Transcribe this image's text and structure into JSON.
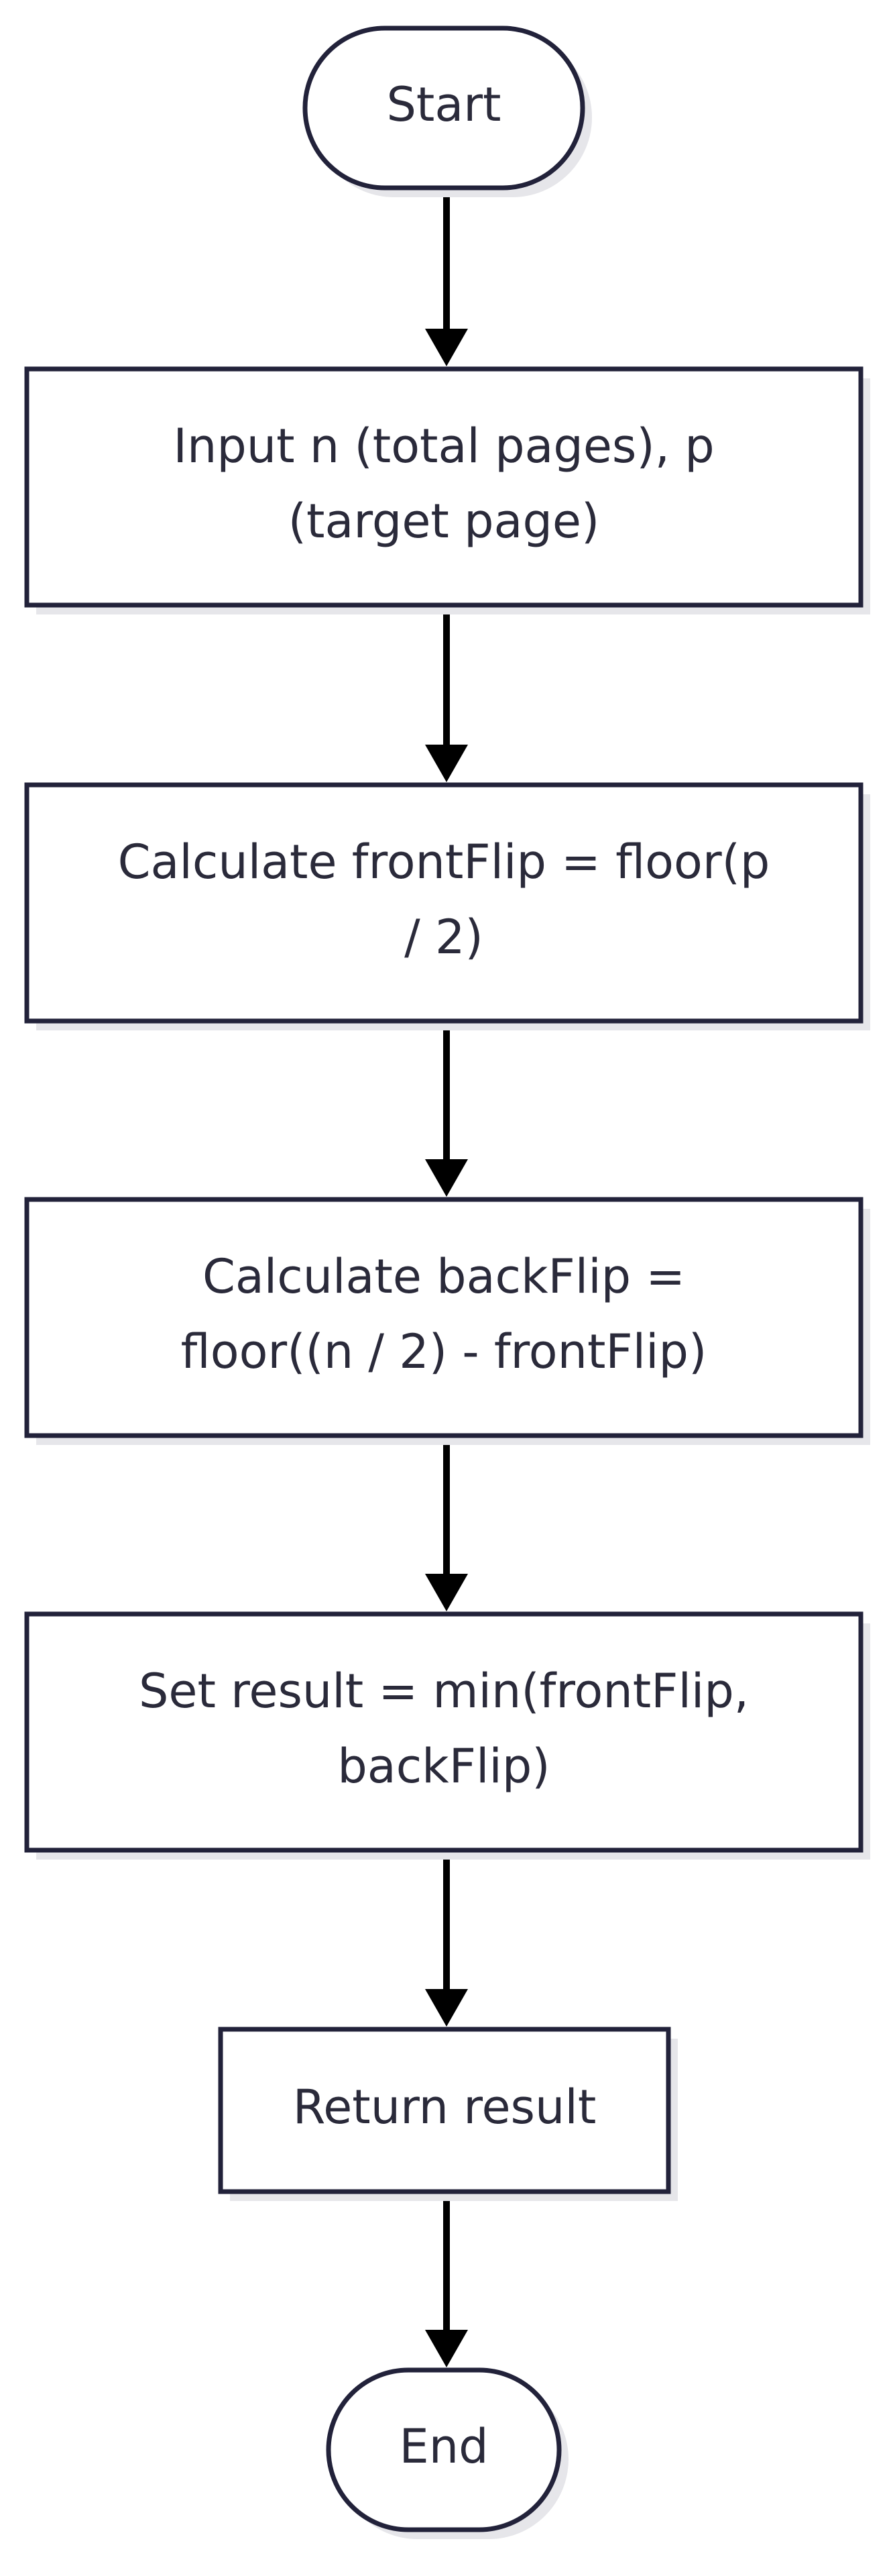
{
  "diagram": {
    "type": "flowchart",
    "colors": {
      "stroke": "#22223a",
      "text": "#2a2a3a",
      "fill": "#ffffff",
      "shadow": "#e6e6ea",
      "arrow": "#000000"
    },
    "nodes": [
      {
        "id": "start",
        "shape": "terminal",
        "lines": [
          "Start"
        ]
      },
      {
        "id": "input",
        "shape": "process",
        "lines": [
          "Input n (total pages), p",
          "(target page)"
        ]
      },
      {
        "id": "front",
        "shape": "process",
        "lines": [
          "Calculate frontFlip = floor(p",
          "/ 2)"
        ]
      },
      {
        "id": "back",
        "shape": "process",
        "lines": [
          "Calculate backFlip =",
          "floor((n / 2) - frontFlip)"
        ]
      },
      {
        "id": "result",
        "shape": "process",
        "lines": [
          "Set result = min(frontFlip,",
          "backFlip)"
        ]
      },
      {
        "id": "return",
        "shape": "process",
        "lines": [
          "Return result"
        ]
      },
      {
        "id": "end",
        "shape": "terminal",
        "lines": [
          "End"
        ]
      }
    ],
    "edges": [
      {
        "from": "start",
        "to": "input"
      },
      {
        "from": "input",
        "to": "front"
      },
      {
        "from": "front",
        "to": "back"
      },
      {
        "from": "back",
        "to": "result"
      },
      {
        "from": "result",
        "to": "return"
      },
      {
        "from": "return",
        "to": "end"
      }
    ]
  }
}
